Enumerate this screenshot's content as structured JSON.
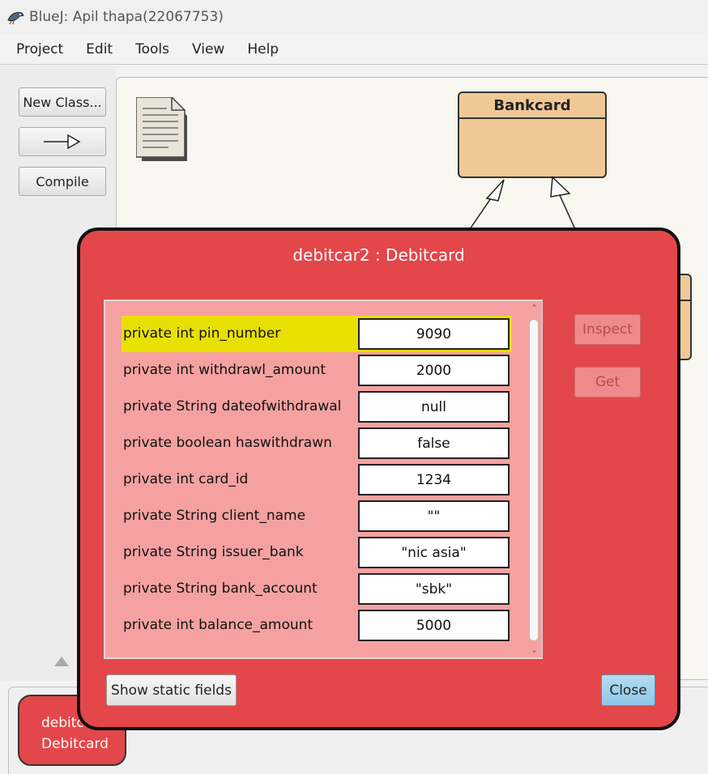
{
  "window": {
    "title": "BlueJ:  Apil thapa(22067753)"
  },
  "menu": [
    "Project",
    "Edit",
    "Tools",
    "View",
    "Help"
  ],
  "tools": {
    "new_class": "New Class...",
    "compile": "Compile"
  },
  "diagram": {
    "class_name": "Bankcard"
  },
  "bench": {
    "object_line1": "debitca",
    "object_line2": "Debitcard"
  },
  "inspector": {
    "title": "debitcar2 : Debitcard",
    "fields": [
      {
        "label": "private int pin_number",
        "value": "9090",
        "selected": true
      },
      {
        "label": "private int withdrawl_amount",
        "value": "2000"
      },
      {
        "label": "private String dateofwithdrawal",
        "value": "null"
      },
      {
        "label": "private boolean haswithdrawn",
        "value": "false"
      },
      {
        "label": "private int card_id",
        "value": "1234"
      },
      {
        "label": "private String client_name",
        "value": "\"\""
      },
      {
        "label": "private String issuer_bank",
        "value": "\"nic asia\""
      },
      {
        "label": "private String bank_account",
        "value": "\"sbk\""
      },
      {
        "label": "private int balance_amount",
        "value": "5000"
      }
    ],
    "inspect_label": "Inspect",
    "get_label": "Get",
    "show_static_label": "Show static fields",
    "close_label": "Close"
  },
  "colors": {
    "object_red": "#e3474a",
    "class_tan": "#f0c896",
    "selected_field": "#e8e000"
  }
}
